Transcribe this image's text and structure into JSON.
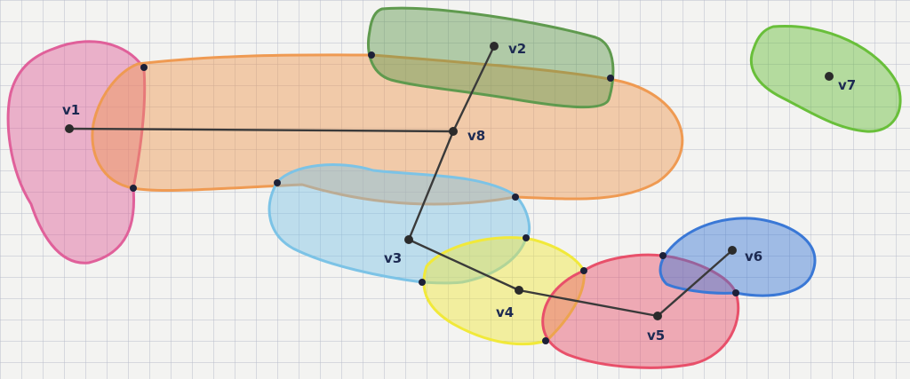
{
  "hypergraph": {
    "vertices": [
      {
        "id": "v1",
        "label": "v1"
      },
      {
        "id": "v2",
        "label": "v2"
      },
      {
        "id": "v3",
        "label": "v3"
      },
      {
        "id": "v4",
        "label": "v4"
      },
      {
        "id": "v5",
        "label": "v5"
      },
      {
        "id": "v6",
        "label": "v6"
      },
      {
        "id": "v7",
        "label": "v7"
      },
      {
        "id": "v8",
        "label": "v8"
      }
    ],
    "edges": [
      [
        "v1",
        "v8"
      ],
      [
        "v8",
        "v2"
      ],
      [
        "v8",
        "v3"
      ],
      [
        "v3",
        "v4"
      ],
      [
        "v4",
        "v5"
      ],
      [
        "v5",
        "v6"
      ]
    ],
    "hyperedges": [
      {
        "id": "pink",
        "color": "#e0609a"
      },
      {
        "id": "orange",
        "color": "#ef9a52"
      },
      {
        "id": "green-top",
        "color": "#5f9a4e"
      },
      {
        "id": "green-right",
        "color": "#69bf3a"
      },
      {
        "id": "blue-light",
        "color": "#7cc3e6"
      },
      {
        "id": "yellow",
        "color": "#f1e93a"
      },
      {
        "id": "red",
        "color": "#e8506a"
      },
      {
        "id": "blue",
        "color": "#3a78d6"
      }
    ],
    "line_color": "#3a3a3a"
  }
}
